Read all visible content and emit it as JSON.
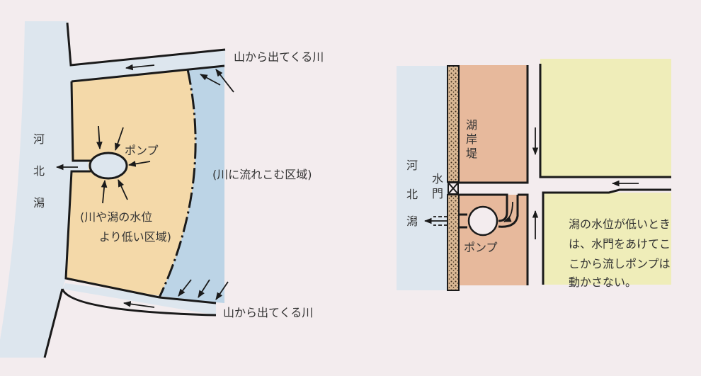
{
  "colors": {
    "background": "#f3ecee",
    "lake": "#dde6ee",
    "low_area": "#f4d9a9",
    "river_area": "#bcd4e6",
    "dike_field": "#e7b99c",
    "paddy": "#efedb9",
    "dike": "#d7b48f"
  },
  "left_diagram": {
    "river_top_label": "山から出てくる川",
    "river_bottom_label": "山から出てくる川",
    "lagoon_label": [
      "河",
      "北",
      "潟"
    ],
    "pump_label": "ポンプ",
    "river_zone_label": "(川に流れこむ区域)",
    "low_zone_label": [
      "(川や潟の水位",
      "より低い区域)"
    ]
  },
  "right_diagram": {
    "lagoon_label": [
      "河",
      "北",
      "潟"
    ],
    "dike_label": [
      "湖",
      "岸",
      "堤"
    ],
    "gate_label": [
      "水",
      "門"
    ],
    "pump_label": "ポンプ",
    "note_lines": [
      "潟の水位が低いとき",
      "は、水門をあけてこ",
      "こから流しポンプは",
      "動かさない。"
    ]
  }
}
